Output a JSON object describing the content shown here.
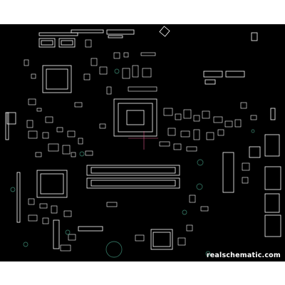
{
  "viewer": {
    "title": "Boardview",
    "watermark": "realschematic.com"
  },
  "colors": {
    "background": "#000000",
    "outline": "#ffffff",
    "probe_line": "#e05a8a",
    "test_point": "#2f6b5a",
    "highlight_pin": "#7a8cff",
    "outer_margin": "#ffffff"
  },
  "layer": {
    "name": "top",
    "outline_only": true
  }
}
